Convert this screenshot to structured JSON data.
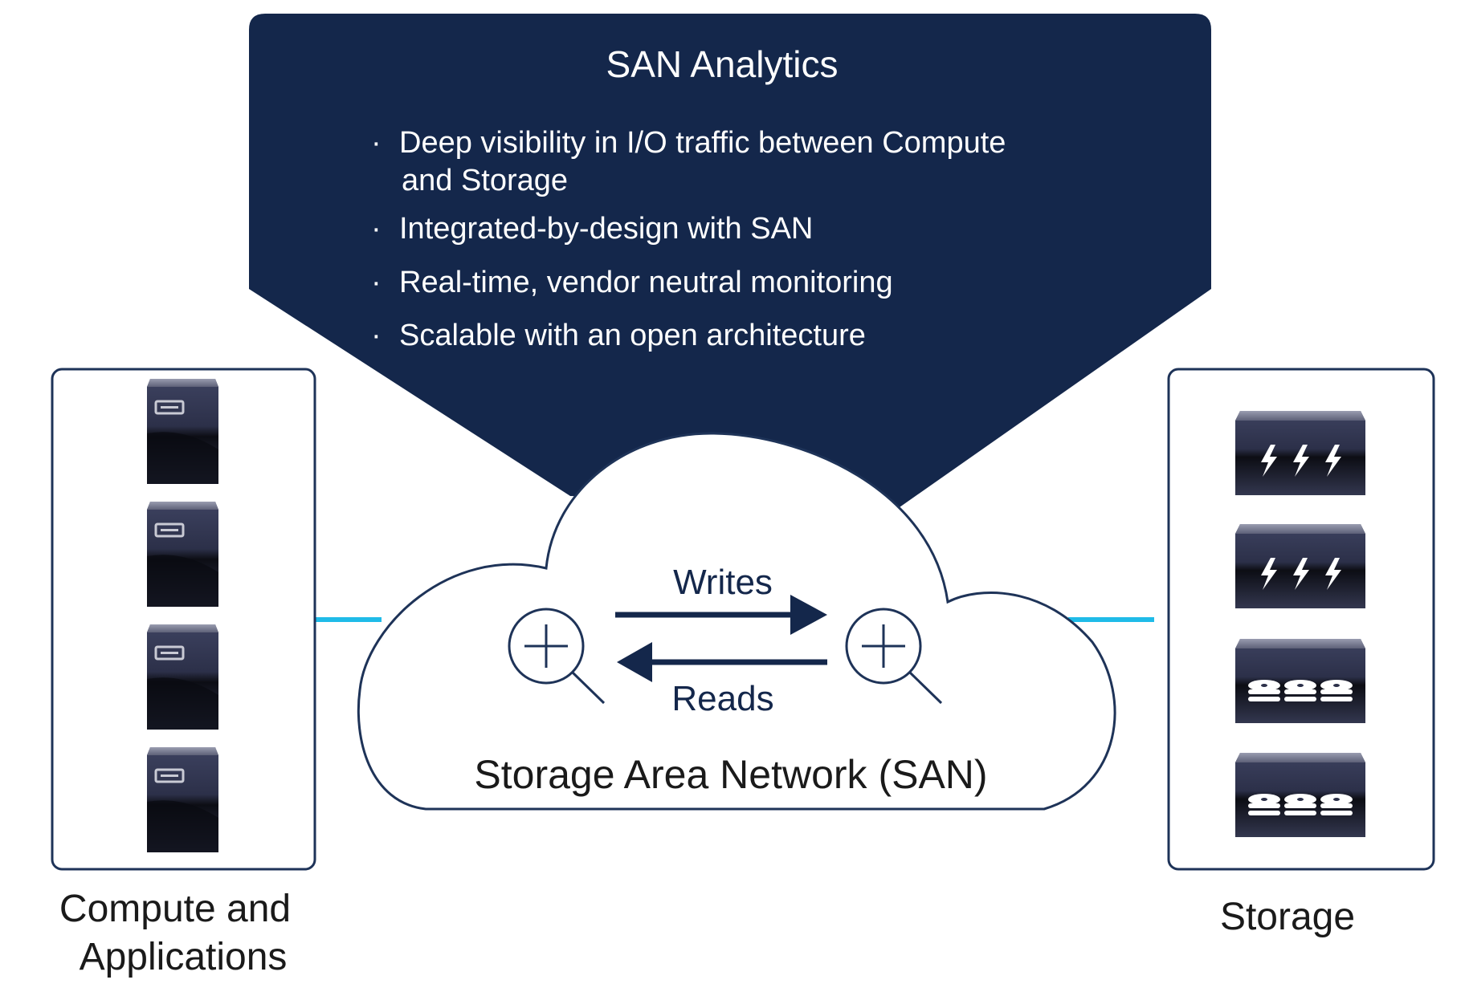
{
  "callout": {
    "title": "SAN Analytics",
    "bullet_marker": "·",
    "bullets": [
      {
        "lines": [
          "Deep visibility in I/O traffic between Compute",
          "and Storage"
        ]
      },
      {
        "lines": [
          "Integrated-by-design with SAN"
        ]
      },
      {
        "lines": [
          "Real-time, vendor neutral monitoring"
        ]
      },
      {
        "lines": [
          "Scalable with an open architecture"
        ]
      }
    ]
  },
  "network": {
    "label": "Storage Area Network (SAN)",
    "writes_label": "Writes",
    "reads_label": "Reads",
    "probe_icon": "magnifier-plus-icon"
  },
  "compute": {
    "label_line1": "Compute and",
    "label_line2": "Applications",
    "device_icon": "server-icon",
    "device_count": 4
  },
  "storage": {
    "label": "Storage",
    "devices": [
      {
        "type": "flash-array",
        "icon": "lightning-icon"
      },
      {
        "type": "flash-array",
        "icon": "lightning-icon"
      },
      {
        "type": "disk-array",
        "icon": "disk-stack-icon"
      },
      {
        "type": "disk-array",
        "icon": "disk-stack-icon"
      }
    ]
  },
  "colors": {
    "navy": "#14274b",
    "link": "#1fbbe8",
    "outline": "#1e3358",
    "text_dark": "#1a1a1a"
  }
}
